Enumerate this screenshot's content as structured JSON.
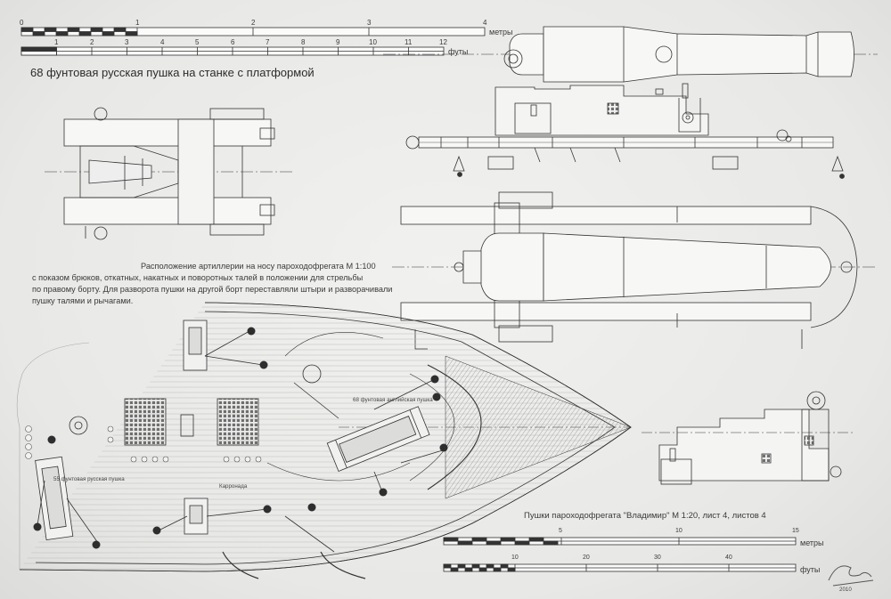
{
  "title": "68 фунтовая русская пушка на станке с платформой",
  "top_scale": {
    "meters_label": "метры",
    "feet_label": "футы",
    "meter_ticks": [
      "0",
      "1",
      "2",
      "3",
      "4"
    ],
    "feet_ticks": [
      "1",
      "2",
      "3",
      "4",
      "5",
      "6",
      "7",
      "8",
      "9",
      "10",
      "11",
      "12"
    ]
  },
  "arrangement_note": {
    "lines": [
      "Расположение артиллерии на носу пароходофрегата М 1:100",
      "с показом брюков, откатных, накатных и поворотных талей в положении для стрельбы",
      "по правому борту. Для разворота пушки на другой борт переставляли штыри и разворачивали",
      "пушку талями и рычагами."
    ]
  },
  "deck_labels": {
    "gun_english": "68 фунтовая английская пушка",
    "gun_russian": "55 фунтовая русская пушка",
    "carronade": "Карронада"
  },
  "sheet_caption": "Пушки пароходофрегата \"Владимир\" М 1:20, лист 4, листов 4",
  "bottom_scale": {
    "meters_label": "метры",
    "feet_label": "футы",
    "meter_ticks": [
      "5",
      "10",
      "15"
    ],
    "feet_ticks": [
      "10",
      "20",
      "30",
      "40"
    ]
  },
  "signature_year": "2010"
}
